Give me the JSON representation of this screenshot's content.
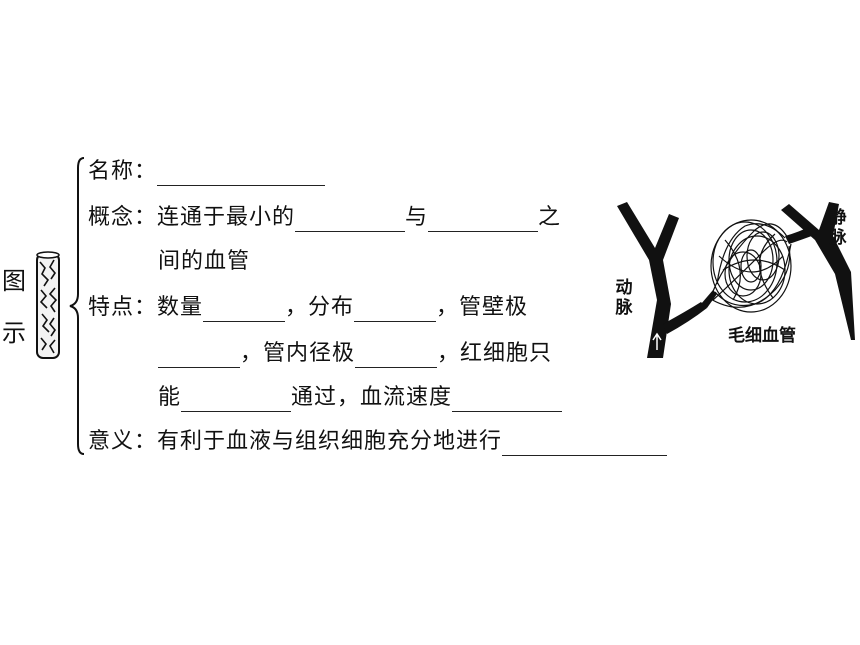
{
  "side_label": {
    "line1": "图",
    "line2": "示"
  },
  "rows": {
    "name": {
      "label": "名称："
    },
    "concept": {
      "label": "概念：",
      "text1": "连通于最小的",
      "text2": "与",
      "text3": "之",
      "text4": "间的血管"
    },
    "features": {
      "label": "特点：",
      "t1": "数量",
      "t2": "，分布",
      "t3": "，管壁极",
      "t4": "，管内径极",
      "t5": "，红细胞只",
      "t6": "能",
      "t7": "通过，血流速度"
    },
    "meaning": {
      "label": "意义：",
      "text": "有利于血液与组织细胞充分地进行"
    }
  },
  "diagram": {
    "artery_label": "动\n脉",
    "vein_label": "静\n脉",
    "capillary_label": "毛细血管"
  }
}
